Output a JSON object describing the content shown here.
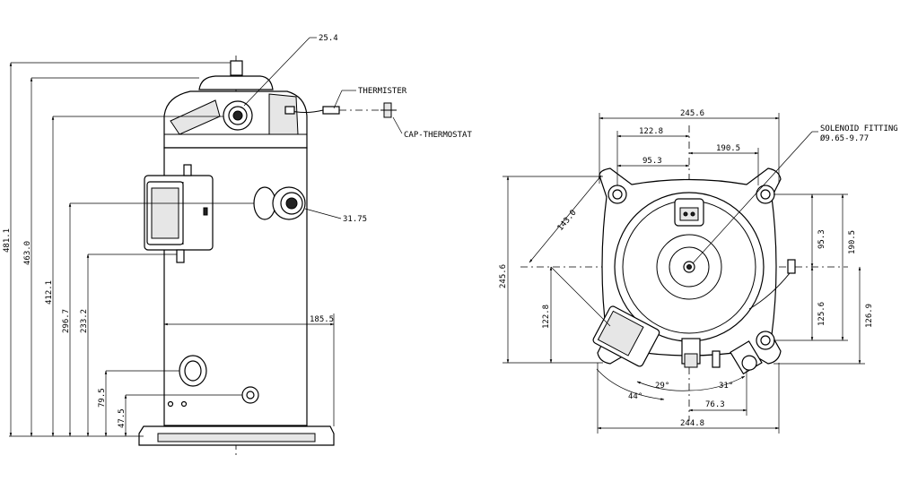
{
  "side_view": {
    "labels": {
      "d_25_4": "25.4",
      "thermister": "THERMISTER",
      "cap_thermostat": "CAP-THERMOSTAT",
      "d_31_75": "31.75",
      "d_185_5": "185.5"
    },
    "heights": {
      "h_481_1": "481.1",
      "h_463_0": "463.0",
      "h_412_1": "412.1",
      "h_296_7": "296.7",
      "h_233_2": "233.2",
      "h_79_5": "79.5",
      "h_47_5": "47.5"
    }
  },
  "top_view": {
    "labels": {
      "w_245_6": "245.6",
      "w_122_8": "122.8",
      "w_190_5": "190.5",
      "w_95_3": "95.3",
      "solenoid_1": "SOLENOID FITTING",
      "solenoid_2": "Ø9.65-9.77",
      "diag_143_0": "143.0",
      "h_245_6": "245.6",
      "h_122_8": "122.8",
      "r_95_3": "95.3",
      "r_190_5": "190.5",
      "r_125_6": "125.6",
      "r_126_9": "126.9",
      "a_29": "29°",
      "a_31": "31°",
      "a_44": "44°",
      "w_76_3": "76.3",
      "w_244_8": "244.8"
    }
  }
}
